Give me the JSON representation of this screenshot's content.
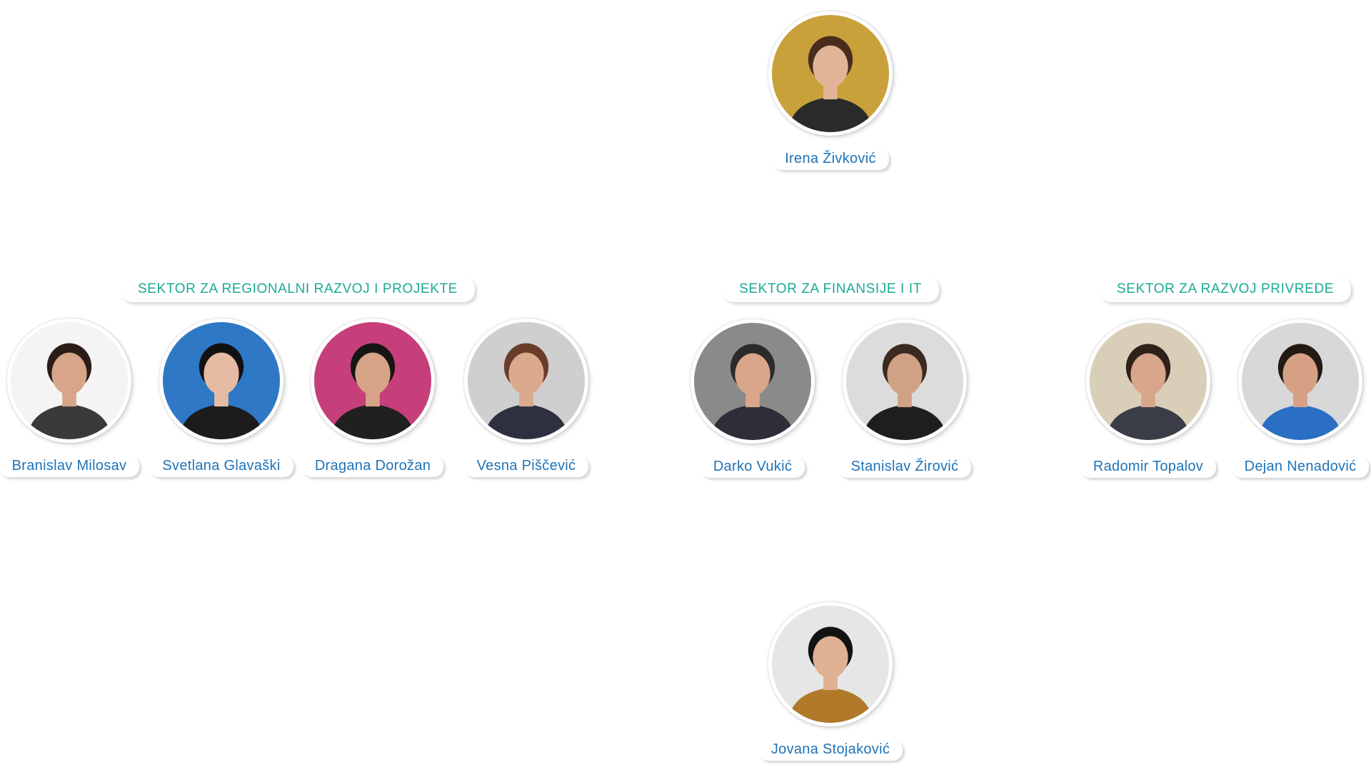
{
  "top": {
    "name": "Irena Živković",
    "photo": {
      "bg": "#c9a13a",
      "skin": "#e2b497",
      "hair": "#4a2c1e",
      "clothes": "#2b2b2b"
    }
  },
  "sectors": [
    {
      "title": "SEKTOR ZA REGIONALNI RAZVOJ I PROJEKTE",
      "members": [
        {
          "name": "Branislav Milosav",
          "photo": {
            "bg": "#f4f4f4",
            "skin": "#d7a58a",
            "hair": "#2a1c16",
            "clothes": "#3a3a3a"
          }
        },
        {
          "name": "Svetlana Glavaški",
          "photo": {
            "bg": "#2f78c6",
            "skin": "#e6bba3",
            "hair": "#121212",
            "clothes": "#1c1c1c"
          }
        },
        {
          "name": "Dragana Dorožan",
          "photo": {
            "bg": "#c63f7a",
            "skin": "#d6a388",
            "hair": "#151515",
            "clothes": "#202020"
          }
        },
        {
          "name": "Vesna Piščević",
          "photo": {
            "bg": "#cfcfcf",
            "skin": "#dba98e",
            "hair": "#6a3d2a",
            "clothes": "#2e3040"
          }
        }
      ]
    },
    {
      "title": "SEKTOR ZA FINANSIJE I IT",
      "members": [
        {
          "name": "Darko Vukić",
          "photo": {
            "bg": "#8a8a8a",
            "skin": "#d9a68b",
            "hair": "#2b2b2b",
            "clothes": "#2e2e38"
          }
        },
        {
          "name": "Stanislav Žirović",
          "photo": {
            "bg": "#dcdcdc",
            "skin": "#d0a184",
            "hair": "#3a2a20",
            "clothes": "#1e1e1e"
          }
        }
      ]
    },
    {
      "title": "SEKTOR ZA RAZVOJ PRIVREDE",
      "members": [
        {
          "name": "Radomir Topalov",
          "photo": {
            "bg": "#d9cfb8",
            "skin": "#d8a68b",
            "hair": "#2e2119",
            "clothes": "#3a3c48"
          }
        },
        {
          "name": "Dejan Nenadović",
          "photo": {
            "bg": "#d8d8d8",
            "skin": "#d5a084",
            "hair": "#241a14",
            "clothes": "#2a6fc4"
          }
        }
      ]
    }
  ],
  "bottom": {
    "name": "Jovana Stojaković",
    "photo": {
      "bg": "#e6e6e6",
      "skin": "#e0b092",
      "hair": "#121212",
      "clothes": "#b07a2a"
    }
  }
}
